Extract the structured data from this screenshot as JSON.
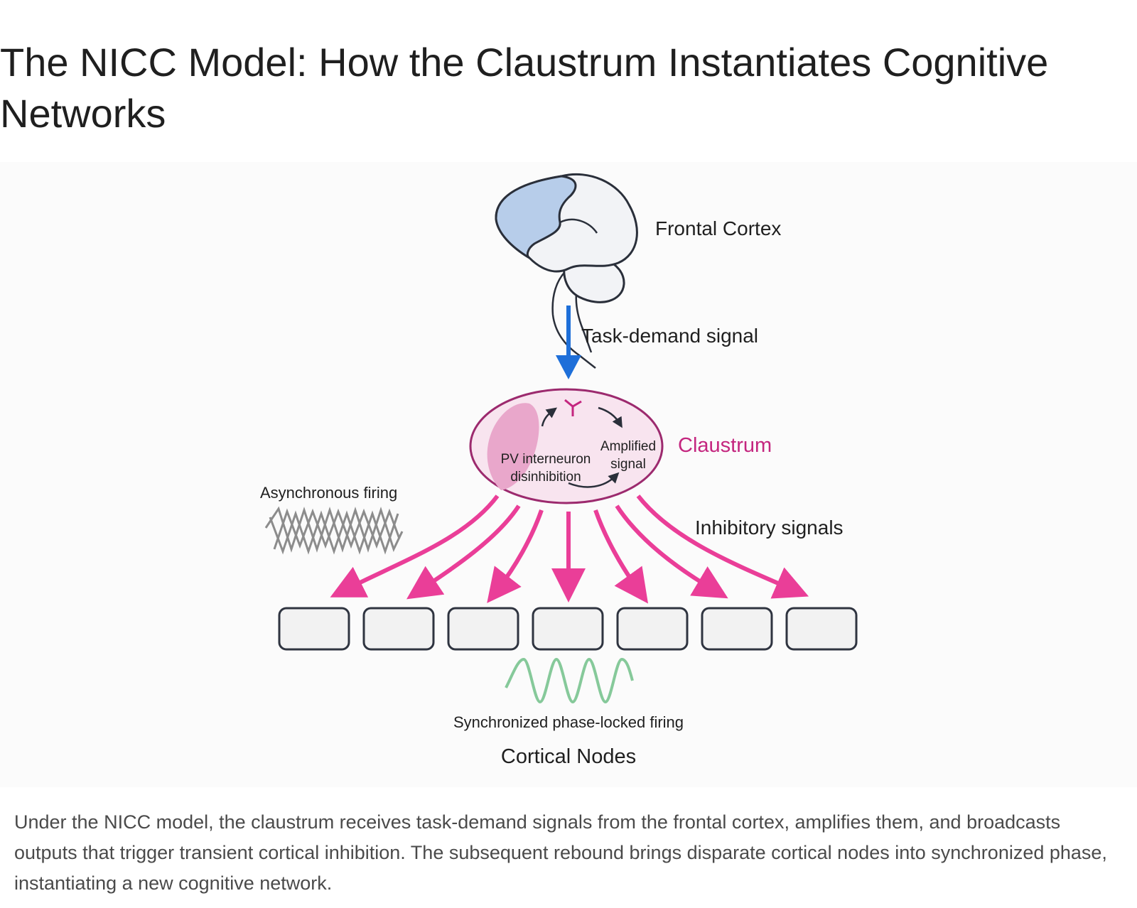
{
  "page": {
    "title": "The NICC Model: How the Claustrum Instantiates Cognitive Networks",
    "caption": "Under the NICC model, the claustrum receives task-demand signals from the frontal cortex, amplifies them, and broadcasts outputs that trigger transient cortical inhibition. The subsequent rebound brings disparate cortical nodes into synchronized phase, instantiating a new cognitive network."
  },
  "diagram": {
    "frontal_cortex_label": "Frontal Cortex",
    "task_demand_label": "Task-demand signal",
    "claustrum_label": "Claustrum",
    "pv_label_line1": "PV interneuron",
    "pv_label_line2": "disinhibition",
    "amplified_label_line1": "Amplified",
    "amplified_label_line2": "signal",
    "async_label": "Asynchronous firing",
    "inhibitory_label": "Inhibitory signals",
    "sync_label": "Synchronized phase-locked firing",
    "cortical_nodes_label": "Cortical Nodes",
    "node_count": 7
  },
  "colors": {
    "brain_frontal": "#b7cdea",
    "brain_outline": "#2a2f3a",
    "task_arrow": "#1e6fd9",
    "claustrum_fill": "#f8e4ef",
    "claustrum_stroke": "#9c2a6e",
    "claustrum_text": "#c4267f",
    "inhibitory_arrow": "#ea3e98",
    "async_wave": "#8c8c8c",
    "sync_wave": "#86c99a",
    "node_fill": "#f2f2f2",
    "node_stroke": "#2f3440"
  },
  "icons": [
    "brain-icon",
    "down-arrow-icon",
    "claustrum-ellipse-icon",
    "async-wave-icon",
    "sync-wave-icon"
  ]
}
